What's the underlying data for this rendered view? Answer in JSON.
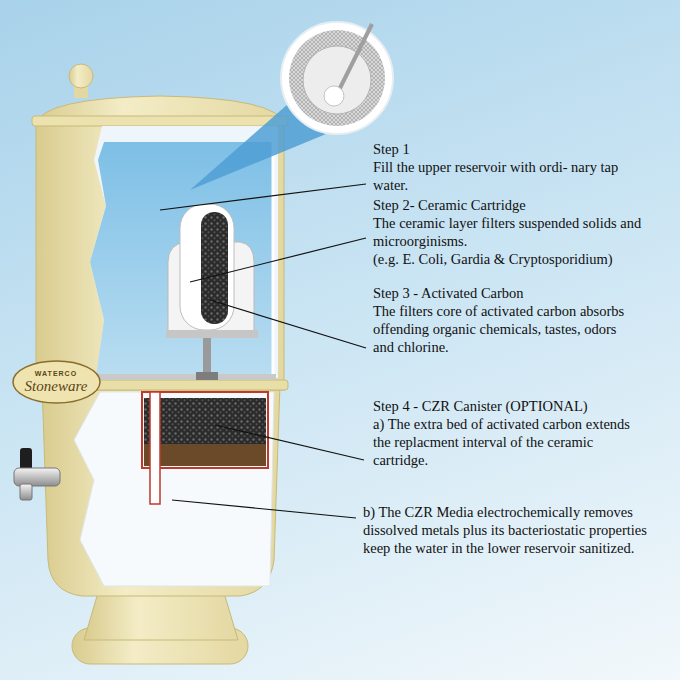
{
  "diagram": {
    "nodes": [
      {
        "text": [
          "WATERCO",
          "Stoneware"
        ]
      }
    ],
    "labels": [
      "Step 1",
      "Fill the upper reservoir with ordi- nary tap water.",
      "Step 2- Ceramic Cartridge",
      "The ceramic layer filters suspended solids and microorginisms.",
      "(e.g. E. Coli, Gardia & Cryptosporidium)",
      "Step 3 - Activated Carbon",
      "The filters core of activated carbon absorbs offending organic chemicals, tastes, odors and chlorine.",
      "Step 4 - CZR Canister (OPTIONAL)",
      "a) The extra bed of activated carbon extends the replacment interval of the ceramic cartridge.",
      "b) The CZR Media electrochemically removes dissolved metals plus its bacteriostatic properties keep the water in the lower reservoir sanitized."
    ]
  }
}
